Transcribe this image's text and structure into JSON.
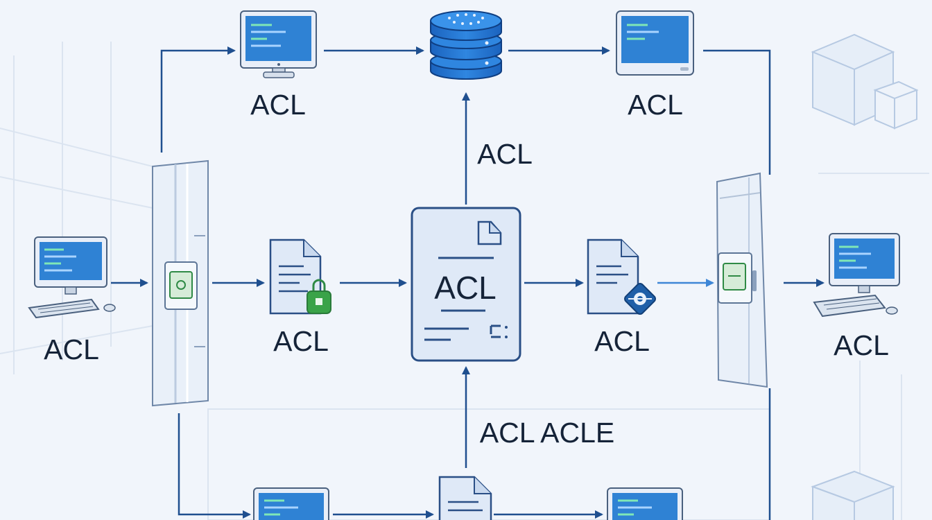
{
  "labels": {
    "monitor_top_left": "ACL",
    "monitor_top_right": "ACL",
    "edge_up_to_database": "ACL",
    "workstation_left": "ACL",
    "document_left": "ACL",
    "center_document": "ACL",
    "document_right": "ACL",
    "workstation_right": "ACL",
    "edge_up_to_center": "ACL ACLE"
  },
  "colors": {
    "background": "#f1f5fb",
    "line": "#1f4f8f",
    "screen": "#2f82d4",
    "database": "#1f6fd0",
    "lock_badge": "#3aa348",
    "target_badge": "#1f5fa8",
    "label_text": "#152338"
  },
  "icons": [
    "monitor-icon",
    "database-icon",
    "firewall-icon",
    "document-icon",
    "lock-icon",
    "target-icon",
    "package-icon"
  ]
}
